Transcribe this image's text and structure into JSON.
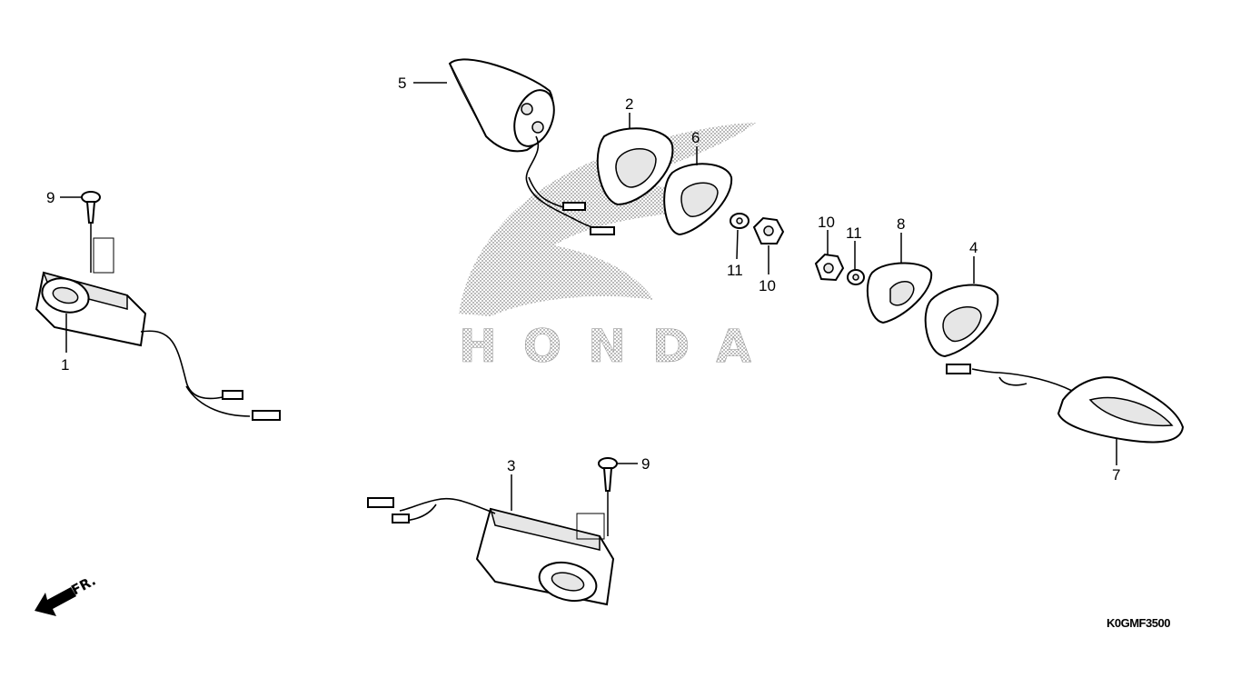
{
  "diagram": {
    "callouts": [
      "9",
      "1",
      "5",
      "2",
      "6",
      "11",
      "10",
      "10",
      "11",
      "8",
      "4",
      "7",
      "3",
      "9"
    ],
    "watermark_brand": "HONDA",
    "direction_label": "FR.",
    "diagram_code": "K0GMF3500"
  },
  "colors": {
    "ink": "#000000",
    "watermark": "#9a9a9a",
    "background": "#ffffff"
  }
}
